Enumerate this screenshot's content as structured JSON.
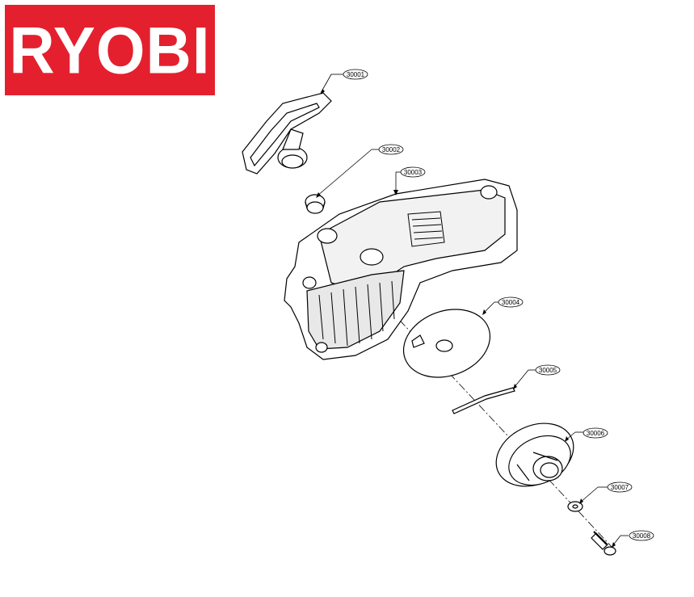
{
  "brand": {
    "name": "RYOBI",
    "color": "#e4202e"
  },
  "parts": [
    {
      "id": "30001",
      "name": "starter-handle"
    },
    {
      "id": "30002",
      "name": "grommet"
    },
    {
      "id": "30003",
      "name": "starter-housing"
    },
    {
      "id": "30004",
      "name": "recoil-spring-disc"
    },
    {
      "id": "30005",
      "name": "starter-rope"
    },
    {
      "id": "30006",
      "name": "rope-pulley"
    },
    {
      "id": "30007",
      "name": "washer"
    },
    {
      "id": "30008",
      "name": "screw"
    }
  ]
}
